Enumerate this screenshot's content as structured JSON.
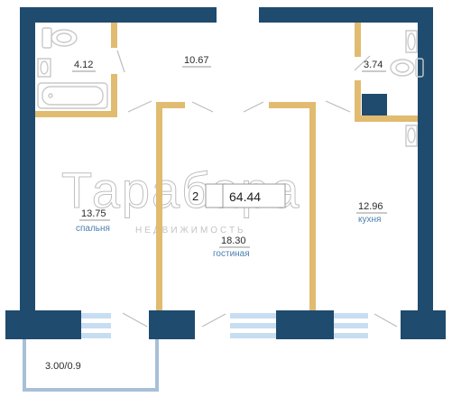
{
  "plan": {
    "total_area": "64.44",
    "rooms_count": "2",
    "watermark": {
      "brand": "Тарабара",
      "tagline": "НЕДВИЖИМОСТЬ"
    },
    "rooms": {
      "bathroom": {
        "area": "4.12"
      },
      "hallway": {
        "area": "10.67"
      },
      "wc": {
        "area": "3.74"
      },
      "bedroom": {
        "area": "13.75",
        "name": "спальня"
      },
      "living": {
        "area": "18.30",
        "name": "гостиная"
      },
      "kitchen": {
        "area": "12.96",
        "name": "кухня"
      },
      "balcony": {
        "area": "3.00/0.9"
      }
    },
    "colors": {
      "outer_wall": "#1f4b6e",
      "inner_wall": "#e0bb70",
      "window": "#c7ddf1",
      "balcony_frame": "#a7c0d7",
      "fixture": "#c9c9c9",
      "label_accent": "#4a7fae"
    }
  }
}
